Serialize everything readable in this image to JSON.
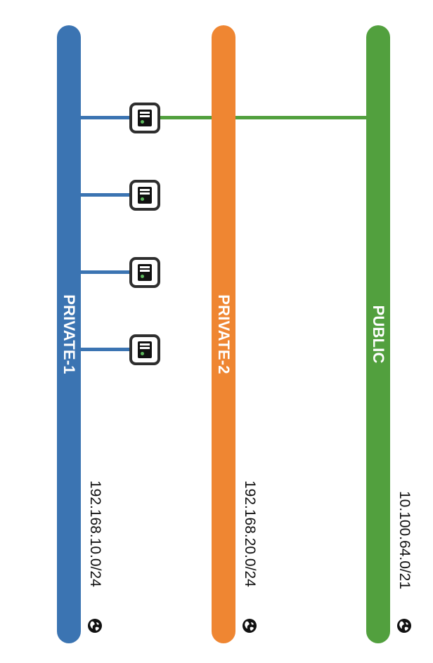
{
  "colors": {
    "private1": "#3b74b2",
    "private2": "#ef8632",
    "public": "#52a03e",
    "server_border": "#2e2e2e",
    "server_led": "#5cb85c"
  },
  "networks": [
    {
      "id": "private-1",
      "label": "PRIVATE-1",
      "cidr": "192.168.10.0/24",
      "icon": "globe-icon"
    },
    {
      "id": "private-2",
      "label": "PRIVATE-2",
      "cidr": "192.168.20.0/24",
      "icon": "globe-icon"
    },
    {
      "id": "public",
      "label": "PUBLIC",
      "cidr": "10.100.64.0/21",
      "icon": "globe-icon"
    }
  ],
  "servers": [
    {
      "icon": "server-icon",
      "connected_to": [
        "private-1",
        "public"
      ]
    },
    {
      "icon": "server-icon",
      "connected_to": [
        "private-1"
      ]
    },
    {
      "icon": "server-icon",
      "connected_to": [
        "private-1"
      ]
    },
    {
      "icon": "server-icon",
      "connected_to": [
        "private-1"
      ]
    }
  ]
}
